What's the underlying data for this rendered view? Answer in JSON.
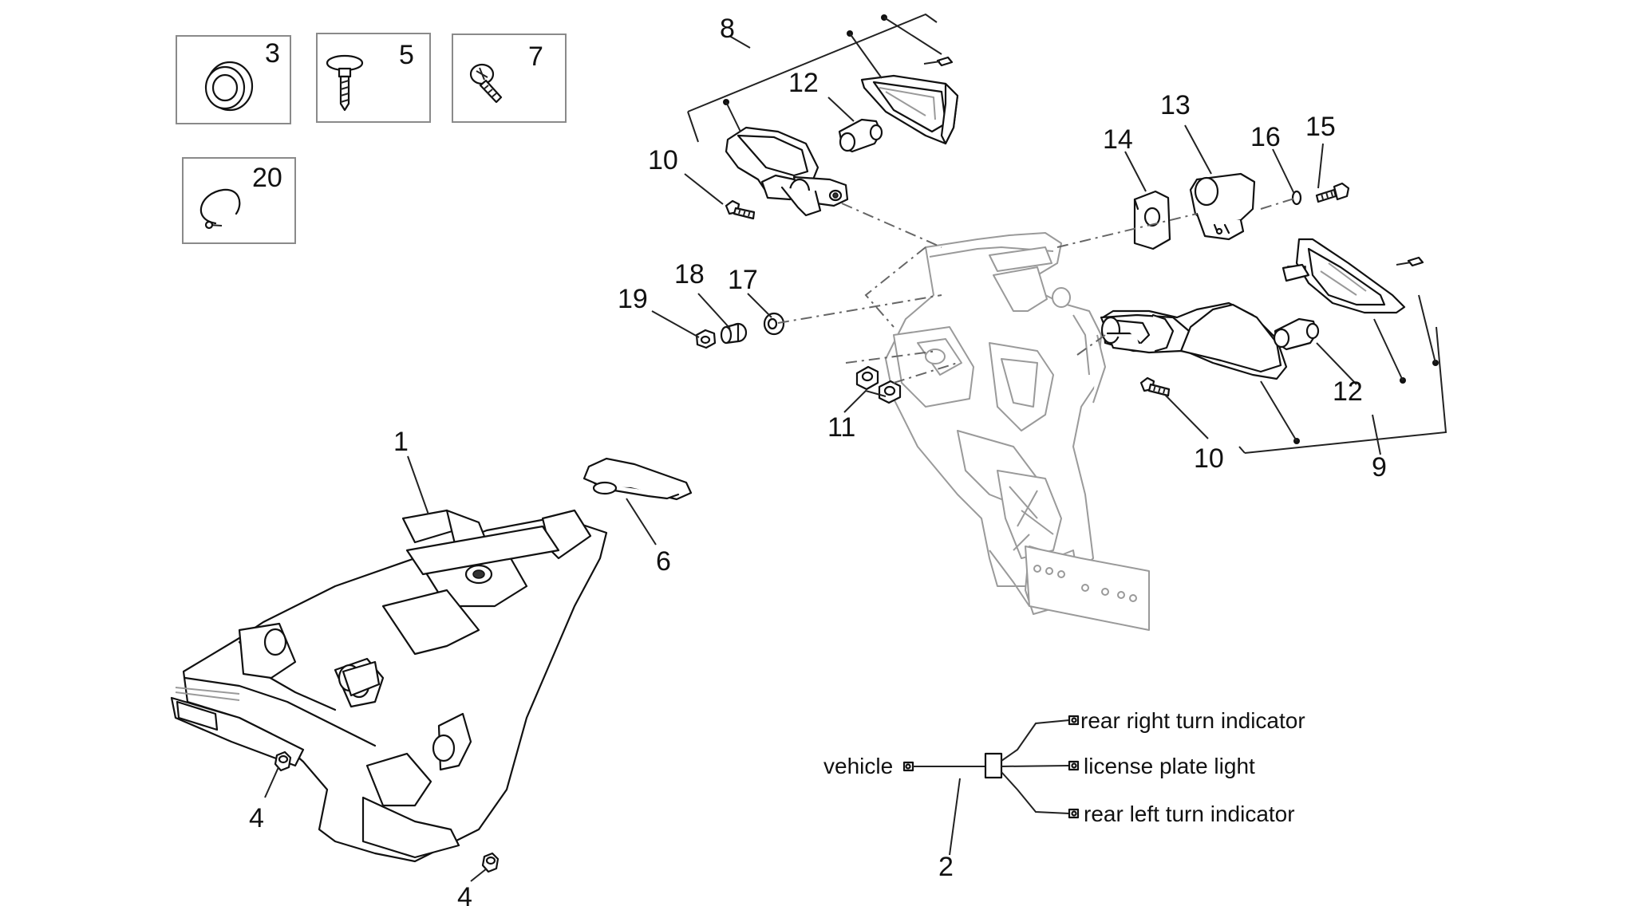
{
  "diagram": {
    "callouts": {
      "c1": "1",
      "c2": "2",
      "c3": "3",
      "c4a": "4",
      "c4b": "4",
      "c5": "5",
      "c6": "6",
      "c7": "7",
      "c8": "8",
      "c9": "9",
      "c10a": "10",
      "c10b": "10",
      "c11": "11",
      "c12a": "12",
      "c12b": "12",
      "c13": "13",
      "c14": "14",
      "c15": "15",
      "c16": "16",
      "c17": "17",
      "c18": "18",
      "c19": "19",
      "c20": "20"
    },
    "wiring": {
      "vehicle": "vehicle",
      "rear_right": "rear right turn indicator",
      "license_plate": "license plate light",
      "rear_left": "rear left turn indicator"
    }
  }
}
